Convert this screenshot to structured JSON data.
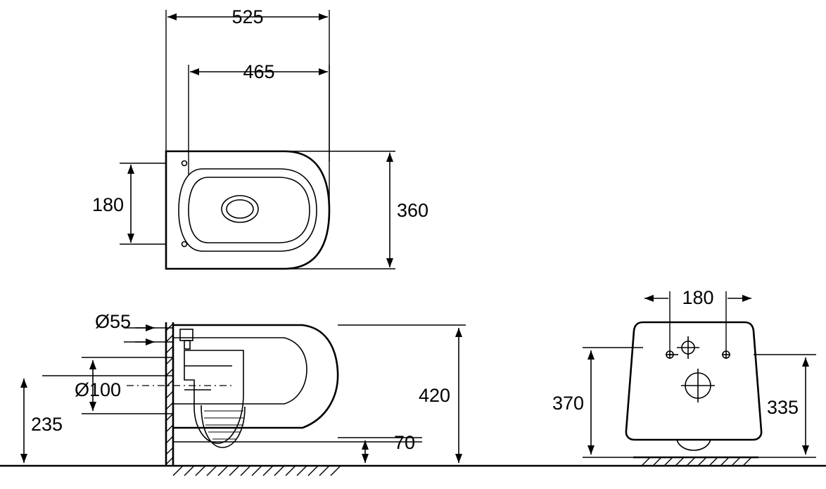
{
  "drawing": {
    "title": "wall-hung-toilet-technical-dimension-drawing",
    "units": "mm",
    "line_color": "#000000",
    "background_color": "#ffffff",
    "views": [
      {
        "name": "top-view",
        "label": ""
      },
      {
        "name": "side-view",
        "label": ""
      },
      {
        "name": "front-view",
        "label": ""
      }
    ]
  },
  "dimensions": {
    "top_view": {
      "overall_length": "525",
      "inner_length": "465",
      "bolt_spacing": "180",
      "width": "360"
    },
    "side_view": {
      "flush_pipe_diameter": "Ø55",
      "waste_pipe_diameter": "Ø100",
      "floor_to_waste": "235",
      "projection_height": "420",
      "wall_gap": "70"
    },
    "front_view": {
      "bolt_spacing": "180",
      "height_left": "370",
      "height_right": "335"
    }
  }
}
